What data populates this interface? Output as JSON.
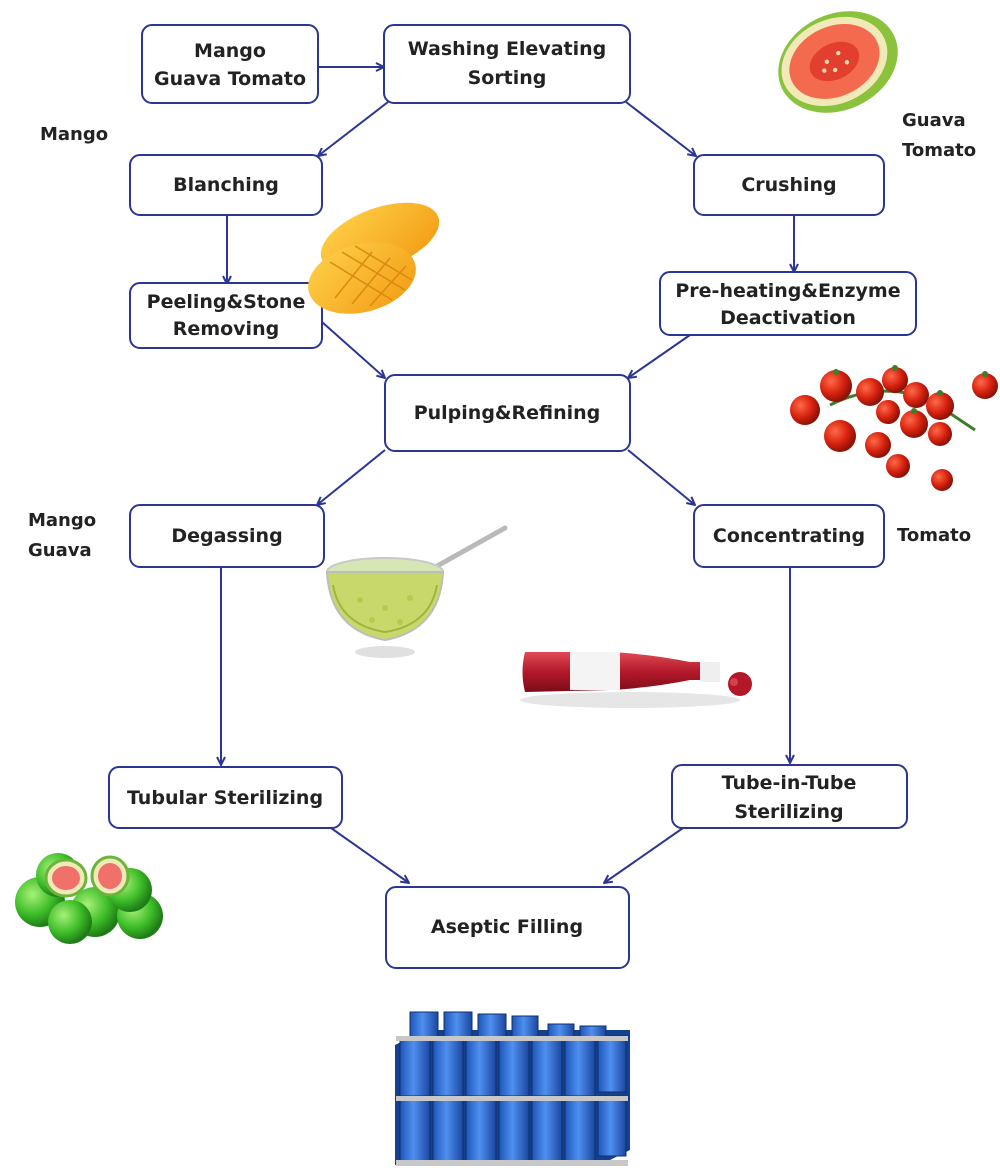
{
  "colors": {
    "box_border": "#2b3694",
    "arrow": "#2b3694",
    "text": "#222222"
  },
  "nodes": {
    "input": [
      "Mango",
      "Guava Tomato"
    ],
    "washing": [
      "Washing Elevating",
      "Sorting"
    ],
    "blanching": [
      "Blanching"
    ],
    "crushing": [
      "Crushing"
    ],
    "peeling": [
      "Peeling&Stone",
      "Removing"
    ],
    "preheating": [
      "Pre-heating&Enzyme",
      "Deactivation"
    ],
    "pulping": [
      "Pulping&Refining"
    ],
    "degassing": [
      "Degassing"
    ],
    "concentrating": [
      "Concentrating"
    ],
    "tubular": [
      "Tubular Sterilizing"
    ],
    "tube_in_tube": [
      "Tube-in-Tube",
      "Sterilizing"
    ],
    "aseptic": [
      "Aseptic Filling"
    ]
  },
  "side_labels": {
    "mango_branch": [
      "Mango"
    ],
    "guava_tomato_branch": [
      "Guava",
      "Tomato"
    ],
    "mango_guava_branch": [
      "Mango",
      "Guava"
    ],
    "tomato_branch": [
      "Tomato"
    ]
  },
  "illustrations": [
    "guava-half-icon",
    "mango-icon",
    "tomatoes-icon",
    "puree-bowl-icon",
    "ketchup-bottle-icon",
    "guava-pile-icon",
    "blue-drums-icon"
  ]
}
